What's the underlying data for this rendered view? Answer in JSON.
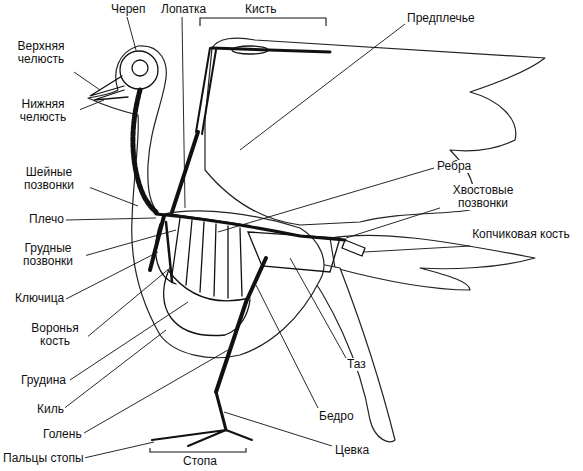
{
  "diagram": {
    "labels": [
      "Череп",
      "Лопатка",
      "Кисть",
      "Предплечье",
      "Верхняя челюсть",
      "Нижняя челюсть",
      "Ребра",
      "Шейные позвонки",
      "Хвостовые позвонки",
      "Плечо",
      "Копчиковая кость",
      "Грудные позвонки",
      "Ключица",
      "Воронья кость",
      "Таз",
      "Грудина",
      "Бедро",
      "Киль",
      "Голень",
      "Цевка",
      "Пальцы стопы",
      "Стопа"
    ]
  }
}
